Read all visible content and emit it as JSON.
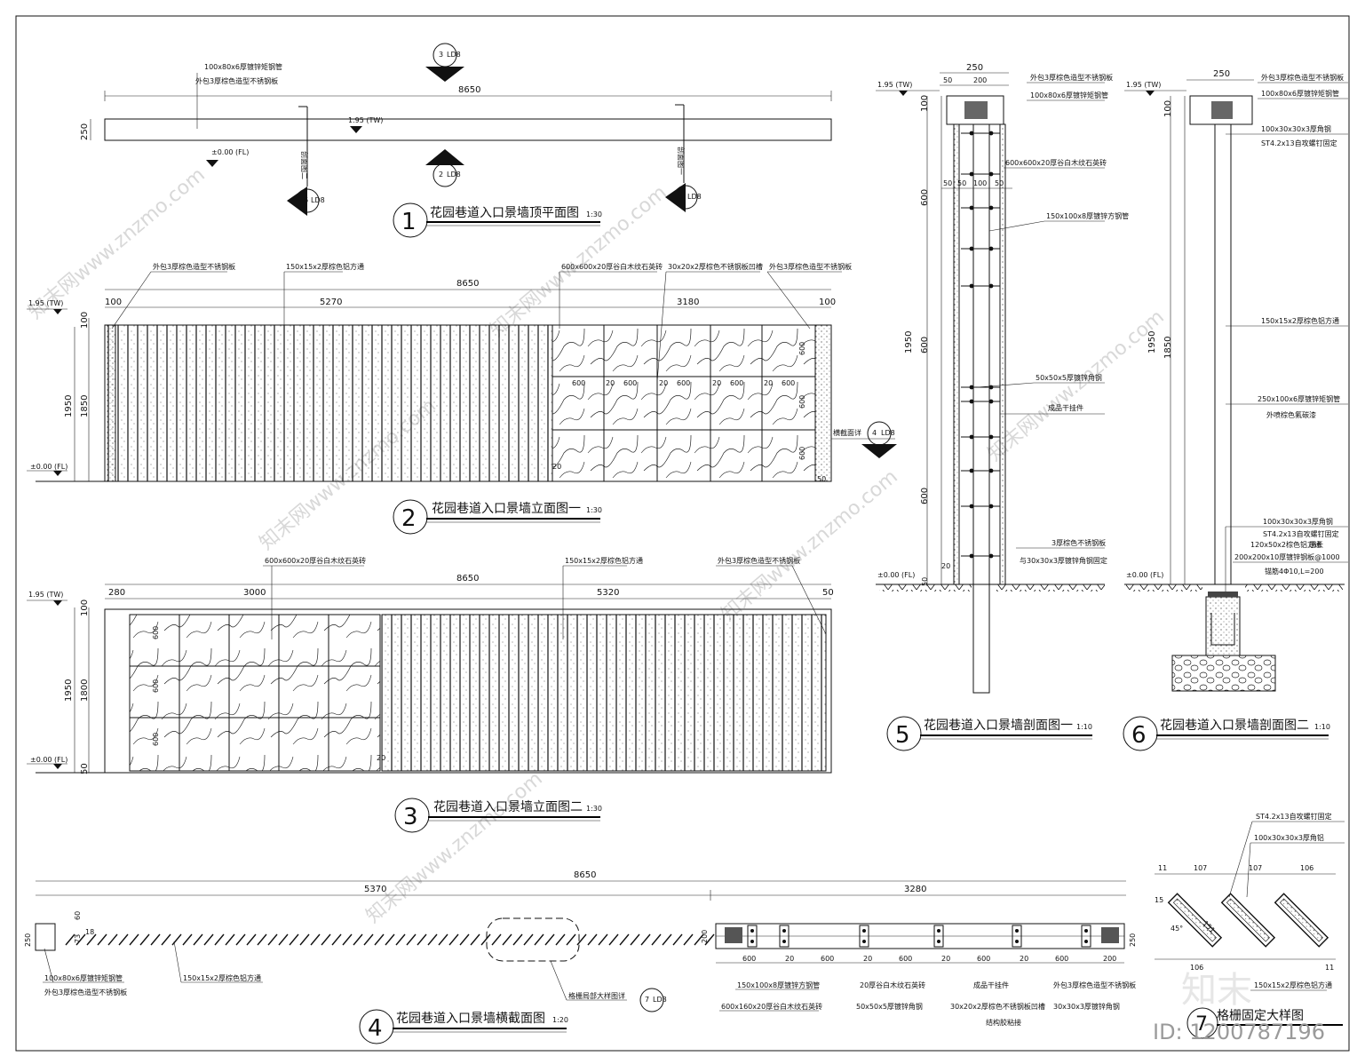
{
  "colors": {
    "line": "#111111",
    "paper": "#ffffff",
    "watermark": "#d8d8d8"
  },
  "views": {
    "v1": {
      "no": "1",
      "title": "花园巷道入口景墙顶平面图",
      "scale": "1:30"
    },
    "v2": {
      "no": "2",
      "title": "花园巷道入口景墙立面图一",
      "scale": "1:30"
    },
    "v3": {
      "no": "3",
      "title": "花园巷道入口景墙立面图二",
      "scale": "1:30"
    },
    "v4": {
      "no": "4",
      "title": "花园巷道入口景墙横截面图",
      "scale": "1:20"
    },
    "v5": {
      "no": "5",
      "title": "花园巷道入口景墙剖面图一",
      "scale": "1:10"
    },
    "v6": {
      "no": "6",
      "title": "花园巷道入口景墙剖面图二",
      "scale": "1:10"
    },
    "v7": {
      "no": "7",
      "title": "格栅固定大样图",
      "scale": ""
    }
  },
  "levels": {
    "tw": "1.95 (TW)",
    "fl": "±0.00 (FL)"
  },
  "callouts": {
    "c3": {
      "no": "3",
      "sheet": "LD8"
    },
    "c2": {
      "no": "2",
      "sheet": "LD8"
    },
    "c6": {
      "no": "6",
      "sheet": "LD8"
    },
    "c5": {
      "no": "5",
      "sheet": "LD8"
    },
    "c4": {
      "no": "4",
      "sheet": "LD8"
    },
    "c7": {
      "no": "7",
      "sheet": "LD8"
    }
  },
  "v1": {
    "dim_total": "8650",
    "dim_depth": "250",
    "note_tube": "100x80x6厚镀锌矩钢管",
    "note_cover": "外包3厚棕色造型不锈钢板",
    "sec_a": "剖面图二",
    "sec_b": "剖面图一"
  },
  "v2": {
    "dim_total": "8650",
    "dim_a": "100",
    "dim_b": "5270",
    "dim_c": "3180",
    "dim_d": "100",
    "dim_h1": "100",
    "dim_h2": "1850",
    "dim_h3": "1950",
    "tile_w": "600",
    "gap": "20",
    "tile_h": "600",
    "bottom": "50",
    "note_cover1": "外包3厚棕色造型不锈钢板",
    "note_slat": "150x15x2厚棕色铝方通",
    "note_stone": "600x600x20厚谷白木纹石英砖",
    "note_groove": "30x20x2厚棕色不锈钢板凹槽",
    "note_cover2": "外包3厚棕色造型不锈钢板",
    "note_section": "横截面详"
  },
  "v3": {
    "dim_total": "8650",
    "dim_a": "280",
    "dim_b": "3000",
    "dim_c": "5320",
    "dim_d": "50",
    "dim_h1": "100",
    "dim_h2": "1800",
    "dim_h3": "1950",
    "bottom": "50",
    "tile_h": "600",
    "gap": "20",
    "note_stone": "600x600x20厚谷白木纹石英砖",
    "note_slat": "150x15x2厚棕色铝方通",
    "note_cover": "外包3厚棕色造型不锈钢板"
  },
  "v4": {
    "dim_total": "8650",
    "dim_left": "5370",
    "dim_right": "3280",
    "dim_250": "250",
    "dim_200": "200",
    "dim_60": "60",
    "dim_73": "73",
    "dim_18": "18",
    "seg": [
      "600",
      "20",
      "600",
      "20",
      "600",
      "20",
      "600",
      "20",
      "600",
      "200"
    ],
    "note_tube": "100x80x6厚镀锌矩钢管",
    "note_cover": "外包3厚棕色造型不锈钢板",
    "note_slat": "150x15x2厚棕色铝方通",
    "note_detail": "格栅局部大样图详",
    "note_sq": "150x100x8厚镀锌方钢管",
    "note_stone": "600x160x20厚谷白木纹石英砖",
    "note_stone20": "20厚谷白木纹石英砖",
    "note_angle": "50x50x5厚镀锌角钢",
    "note_hanger": "成品干挂件",
    "note_groove": "30x20x2厚棕色不锈钢板凹槽",
    "note_glue": "结构胶粘接",
    "note_cover2": "外包3厚棕色造型不锈钢板",
    "note_angle2": "30x30x3厚镀锌角钢"
  },
  "v5": {
    "dim_w": "250",
    "dim_50a": "50",
    "dim_200": "200",
    "dim_50b": "50",
    "dim_50c": "50",
    "dim_100": "100",
    "dim_50d": "50",
    "dim_h100": "100",
    "dim_600a": "600",
    "dim_1950": "1950",
    "dim_600b": "600",
    "dim_600c": "600",
    "dim_20": "20",
    "dim_50e": "50",
    "note_cover": "外包3厚棕色造型不锈钢板",
    "note_tube": "100x80x6厚镀锌矩钢管",
    "note_stone": "600x600x20厚谷白木纹石英砖",
    "note_sq": "150x100x8厚镀锌方钢管",
    "note_angle": "50x50x5厚镀锌角钢",
    "note_hanger": "成品干挂件",
    "note_ss": "3厚棕色不锈钢板",
    "note_angle2": "与30x30x3厚镀锌角钢固定"
  },
  "v6": {
    "dim_w": "250",
    "dim_h100": "100",
    "dim_1950": "1950",
    "dim_1850": "1850",
    "note_cover": "外包3厚棕色造型不锈钢板",
    "note_tube": "100x80x6厚镀锌矩钢管",
    "note_angle": "100x30x30x3厚角钢",
    "note_screw": "ST4.2x13自攻螺钉固定",
    "note_slat": "150x15x2厚棕色铝方通",
    "note_tube2": "250x100x6厚镀锌矩钢管",
    "note_paint": "外喷棕色氟碳漆",
    "note_angle3": "100x30x30x3厚角钢",
    "note_screw2": "ST4.2x13自攻螺钉固定",
    "note_flat": "120x50x2棕色铝方通",
    "note_flat2": "通长",
    "note_plate": "200x200x10厚镀锌钢板@1000",
    "note_anchor": "锚筋4Φ10,L=200"
  },
  "v7": {
    "note_screw": "ST4.2x13自攻螺钉固定",
    "note_angle": "100x30x30x3厚角铝",
    "dims_top": [
      "11",
      "107",
      "107",
      "106"
    ],
    "dims_bot": [
      "106",
      "11"
    ],
    "dim_15": "15",
    "dim_45": "45°",
    "dim_151": "151",
    "note_slat": "150x15x2厚棕色铝方通"
  },
  "watermarks": [
    "知末网www.znzmo.com",
    "知末网www.znzmo.com",
    "知末网www.znzmo.com",
    "知末网www.znzmo.com",
    "知末网www.znzmo.com",
    "知末网www.znzmo.com"
  ],
  "brand": {
    "logo": "知末",
    "id": "ID: 1200787196"
  }
}
